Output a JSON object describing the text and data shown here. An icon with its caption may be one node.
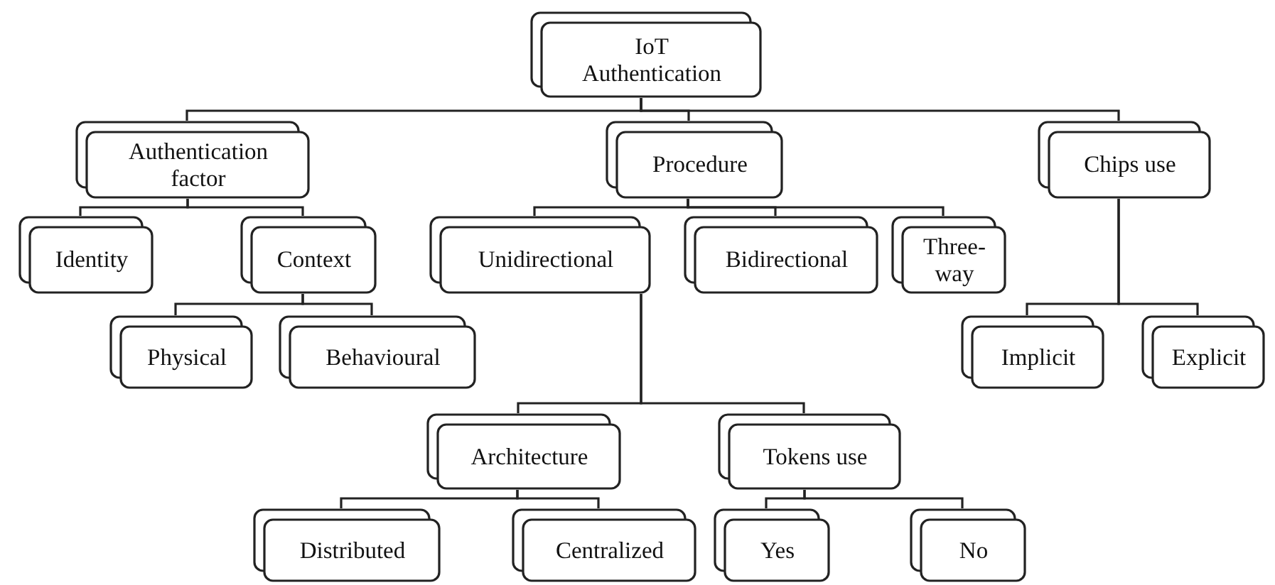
{
  "diagram": {
    "nodes": [
      {
        "text": [
          "IoT Authentication"
        ]
      },
      {
        "text": [
          "Authentication factor"
        ]
      },
      {
        "text": [
          "Procedure"
        ]
      },
      {
        "text": [
          "Chips use"
        ]
      },
      {
        "text": [
          "Identity"
        ]
      },
      {
        "text": [
          "Context"
        ]
      },
      {
        "text": [
          "Unidirectional"
        ]
      },
      {
        "text": [
          "Bidirectional"
        ]
      },
      {
        "text": [
          "Three-way"
        ]
      },
      {
        "text": [
          "Physical"
        ]
      },
      {
        "text": [
          "Behavioural"
        ]
      },
      {
        "text": [
          "Implicit"
        ]
      },
      {
        "text": [
          "Explicit"
        ]
      },
      {
        "text": [
          "Architecture"
        ]
      },
      {
        "text": [
          "Tokens use"
        ]
      },
      {
        "text": [
          "Distributed"
        ]
      },
      {
        "text": [
          "Centralized"
        ]
      },
      {
        "text": [
          "Yes"
        ]
      },
      {
        "text": [
          "No"
        ]
      }
    ],
    "edges": [
      {
        "from": 0,
        "to": 1,
        "arrow": "none"
      },
      {
        "from": 0,
        "to": 2,
        "arrow": "none"
      },
      {
        "from": 0,
        "to": 3,
        "arrow": "none"
      },
      {
        "from": 1,
        "to": 4,
        "arrow": "none"
      },
      {
        "from": 1,
        "to": 5,
        "arrow": "none"
      },
      {
        "from": 2,
        "to": 6,
        "arrow": "none"
      },
      {
        "from": 2,
        "to": 7,
        "arrow": "none"
      },
      {
        "from": 2,
        "to": 8,
        "arrow": "none"
      },
      {
        "from": 5,
        "to": 9,
        "arrow": "none"
      },
      {
        "from": 5,
        "to": 10,
        "arrow": "none"
      },
      {
        "from": 3,
        "to": 11,
        "arrow": "none"
      },
      {
        "from": 3,
        "to": 12,
        "arrow": "none"
      },
      {
        "from": 6,
        "to": 13,
        "arrow": "none"
      },
      {
        "from": 6,
        "to": 14,
        "arrow": "none"
      },
      {
        "from": 13,
        "to": 15,
        "arrow": "none"
      },
      {
        "from": 13,
        "to": 16,
        "arrow": "none"
      },
      {
        "from": 14,
        "to": 17,
        "arrow": "none"
      },
      {
        "from": 14,
        "to": 18,
        "arrow": "none"
      }
    ]
  }
}
